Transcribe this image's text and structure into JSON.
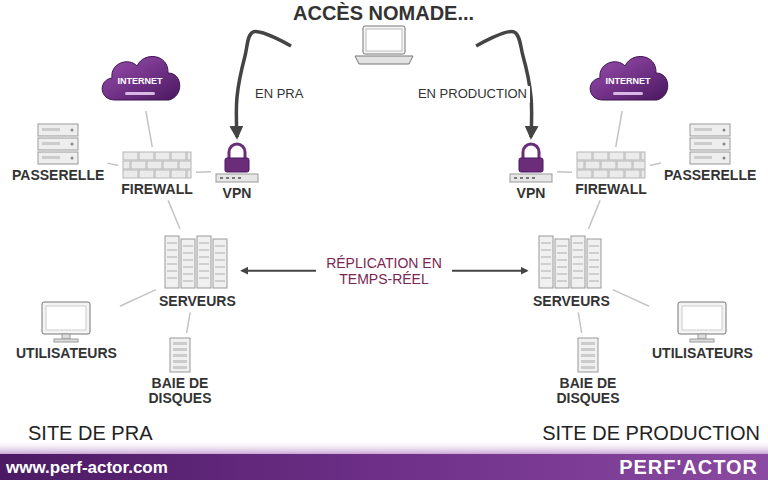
{
  "diagram": {
    "nodes": [
      {
        "text": [
          "ACCÈS NOMADE..."
        ]
      },
      {
        "text": [
          "INTERNET"
        ]
      },
      {
        "text": [
          "PASSERELLE"
        ]
      },
      {
        "text": [
          "FIREWALL"
        ]
      },
      {
        "text": [
          "VPN"
        ]
      },
      {
        "text": [
          "SERVEURS"
        ]
      },
      {
        "text": [
          "BAIE DE DISQUES"
        ]
      },
      {
        "text": [
          "UTILISATEURS"
        ]
      },
      {
        "text": [
          "INTERNET"
        ]
      },
      {
        "text": [
          "VPN"
        ]
      },
      {
        "text": [
          "FIREWALL"
        ]
      },
      {
        "text": [
          "PASSERELLE"
        ]
      },
      {
        "text": [
          "SERVEURS"
        ]
      },
      {
        "text": [
          "BAIE DE DISQUES"
        ]
      },
      {
        "text": [
          "UTILISATEURS"
        ]
      }
    ],
    "edges": [
      {
        "from": 0,
        "to": 4,
        "label": "EN PRA",
        "arrow": "to"
      },
      {
        "from": 0,
        "to": 9,
        "label": "EN PRODUCTION",
        "arrow": "to"
      },
      {
        "from": 5,
        "to": 12,
        "label": "RÉPLICATION EN TEMPS-RÉEL",
        "arrow": "both"
      },
      {
        "from": 1,
        "to": 3,
        "arrow": "none"
      },
      {
        "from": 2,
        "to": 3,
        "arrow": "none"
      },
      {
        "from": 4,
        "to": 3,
        "arrow": "none"
      },
      {
        "from": 3,
        "to": 5,
        "arrow": "none"
      },
      {
        "from": 5,
        "to": 7,
        "arrow": "none"
      },
      {
        "from": 5,
        "to": 6,
        "arrow": "none"
      },
      {
        "from": 8,
        "to": 10,
        "arrow": "none"
      },
      {
        "from": 11,
        "to": 10,
        "arrow": "none"
      },
      {
        "from": 9,
        "to": 10,
        "arrow": "none"
      },
      {
        "from": 10,
        "to": 12,
        "arrow": "none"
      },
      {
        "from": 12,
        "to": 14,
        "arrow": "none"
      },
      {
        "from": 12,
        "to": 13,
        "arrow": "none"
      }
    ],
    "labels": [
      "SITE DE PRA",
      "SITE DE PRODUCTION",
      "www.perf-actor.com",
      "PERF'ACTOR"
    ]
  }
}
